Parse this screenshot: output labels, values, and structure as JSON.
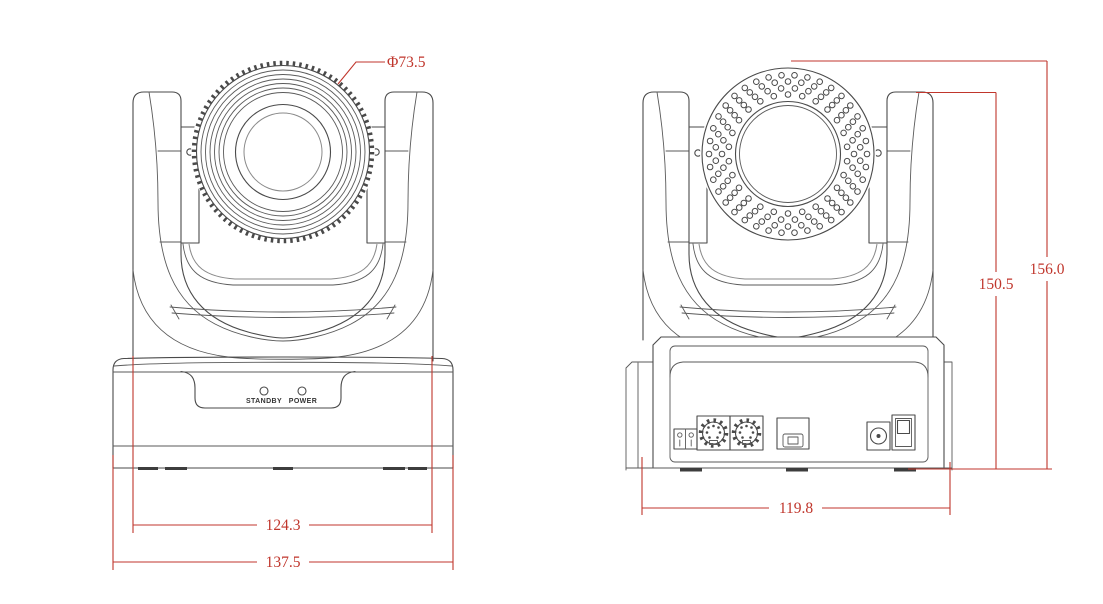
{
  "views": {
    "front": {
      "indicators": {
        "standby_label": "STANDBY",
        "power_label": "POWER"
      },
      "dimensions": {
        "lens_diameter": "Φ73.5",
        "yoke_width": "124.3",
        "base_width": "137.5"
      }
    },
    "rear": {
      "dimensions": {
        "base_width": "119.8",
        "body_height": "150.5",
        "overall_height": "156.0"
      }
    }
  },
  "colors": {
    "dimension_red": "#c0362c",
    "line_gray": "#4a4a4a",
    "indicator_text": "#333333",
    "background": "#ffffff"
  }
}
